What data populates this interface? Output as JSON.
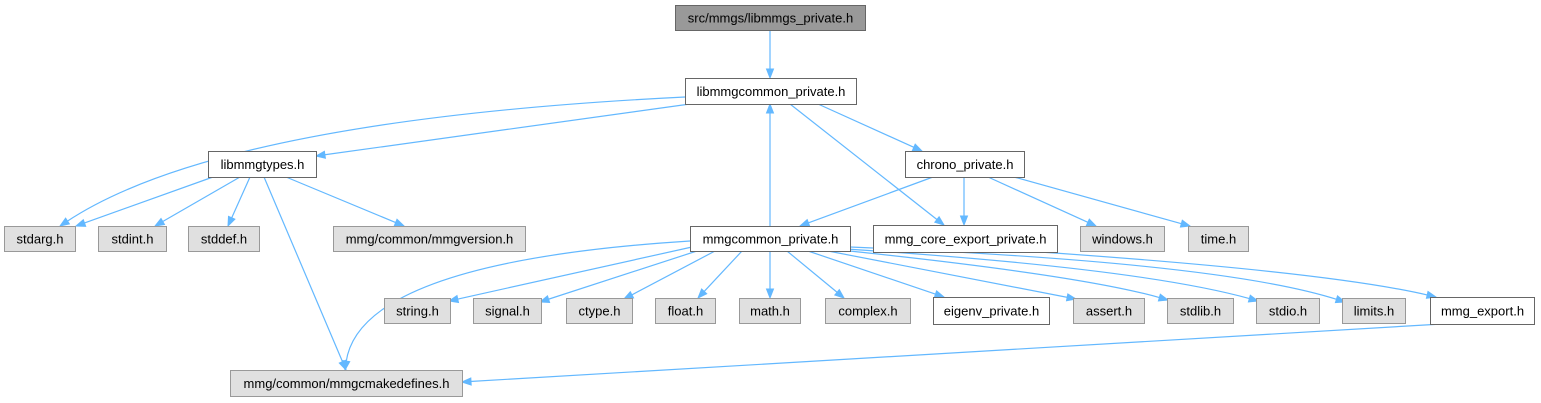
{
  "diagram": {
    "colors": {
      "root_fill": "#999999",
      "documented_fill": "#ffffff",
      "undocumented_fill": "#e0e0e0",
      "border_dark": "#666666",
      "border_light": "#999999",
      "edge": "#63b8ff"
    },
    "nodes": [
      {
        "id": "libmmgs_private",
        "label": "src/mmgs/libmmgs_private.h",
        "style": "root"
      },
      {
        "id": "libmmgcommon_private",
        "label": "libmmgcommon_private.h",
        "style": "documented"
      },
      {
        "id": "libmmgtypes",
        "label": "libmmgtypes.h",
        "style": "documented"
      },
      {
        "id": "chrono_private",
        "label": "chrono_private.h",
        "style": "documented"
      },
      {
        "id": "stdarg",
        "label": "stdarg.h",
        "style": "system"
      },
      {
        "id": "stdint",
        "label": "stdint.h",
        "style": "system"
      },
      {
        "id": "stddef",
        "label": "stddef.h",
        "style": "system"
      },
      {
        "id": "mmgversion",
        "label": "mmg/common/mmgversion.h",
        "style": "system"
      },
      {
        "id": "mmgcommon_private",
        "label": "mmgcommon_private.h",
        "style": "documented"
      },
      {
        "id": "mmg_core_export_private",
        "label": "mmg_core_export_private.h",
        "style": "documented"
      },
      {
        "id": "windows",
        "label": "windows.h",
        "style": "system"
      },
      {
        "id": "time",
        "label": "time.h",
        "style": "system"
      },
      {
        "id": "string",
        "label": "string.h",
        "style": "system"
      },
      {
        "id": "signal",
        "label": "signal.h",
        "style": "system"
      },
      {
        "id": "ctype",
        "label": "ctype.h",
        "style": "system"
      },
      {
        "id": "float",
        "label": "float.h",
        "style": "system"
      },
      {
        "id": "math",
        "label": "math.h",
        "style": "system"
      },
      {
        "id": "complex",
        "label": "complex.h",
        "style": "system"
      },
      {
        "id": "eigenv_private",
        "label": "eigenv_private.h",
        "style": "documented"
      },
      {
        "id": "assert",
        "label": "assert.h",
        "style": "system"
      },
      {
        "id": "stdlib",
        "label": "stdlib.h",
        "style": "system"
      },
      {
        "id": "stdio",
        "label": "stdio.h",
        "style": "system"
      },
      {
        "id": "limits",
        "label": "limits.h",
        "style": "system"
      },
      {
        "id": "mmg_export",
        "label": "mmg_export.h",
        "style": "documented"
      },
      {
        "id": "mmgcmakedefines",
        "label": "mmg/common/mmgcmakedefines.h",
        "style": "system"
      }
    ],
    "edges": [
      {
        "from": "libmmgs_private",
        "to": "libmmgcommon_private"
      },
      {
        "from": "libmmgcommon_private",
        "to": "stdarg"
      },
      {
        "from": "libmmgcommon_private",
        "to": "libmmgtypes"
      },
      {
        "from": "libmmgcommon_private",
        "to": "chrono_private"
      },
      {
        "from": "libmmgcommon_private",
        "to": "mmg_core_export_private"
      },
      {
        "from": "libmmgtypes",
        "to": "stdarg"
      },
      {
        "from": "libmmgtypes",
        "to": "stdint"
      },
      {
        "from": "libmmgtypes",
        "to": "stddef"
      },
      {
        "from": "libmmgtypes",
        "to": "mmgversion"
      },
      {
        "from": "libmmgtypes",
        "to": "mmgcmakedefines"
      },
      {
        "from": "chrono_private",
        "to": "mmgcommon_private"
      },
      {
        "from": "chrono_private",
        "to": "mmg_core_export_private"
      },
      {
        "from": "chrono_private",
        "to": "windows"
      },
      {
        "from": "chrono_private",
        "to": "time"
      },
      {
        "from": "mmgcommon_private",
        "to": "libmmgcommon_private"
      },
      {
        "from": "mmgcommon_private",
        "to": "string"
      },
      {
        "from": "mmgcommon_private",
        "to": "signal"
      },
      {
        "from": "mmgcommon_private",
        "to": "ctype"
      },
      {
        "from": "mmgcommon_private",
        "to": "float"
      },
      {
        "from": "mmgcommon_private",
        "to": "math"
      },
      {
        "from": "mmgcommon_private",
        "to": "complex"
      },
      {
        "from": "mmgcommon_private",
        "to": "eigenv_private"
      },
      {
        "from": "mmgcommon_private",
        "to": "assert"
      },
      {
        "from": "mmgcommon_private",
        "to": "stdlib"
      },
      {
        "from": "mmgcommon_private",
        "to": "stdio"
      },
      {
        "from": "mmgcommon_private",
        "to": "limits"
      },
      {
        "from": "mmgcommon_private",
        "to": "mmgcmakedefines"
      },
      {
        "from": "mmg_core_export_private",
        "to": "mmg_export"
      },
      {
        "from": "mmg_export",
        "to": "mmgcmakedefines"
      }
    ]
  }
}
